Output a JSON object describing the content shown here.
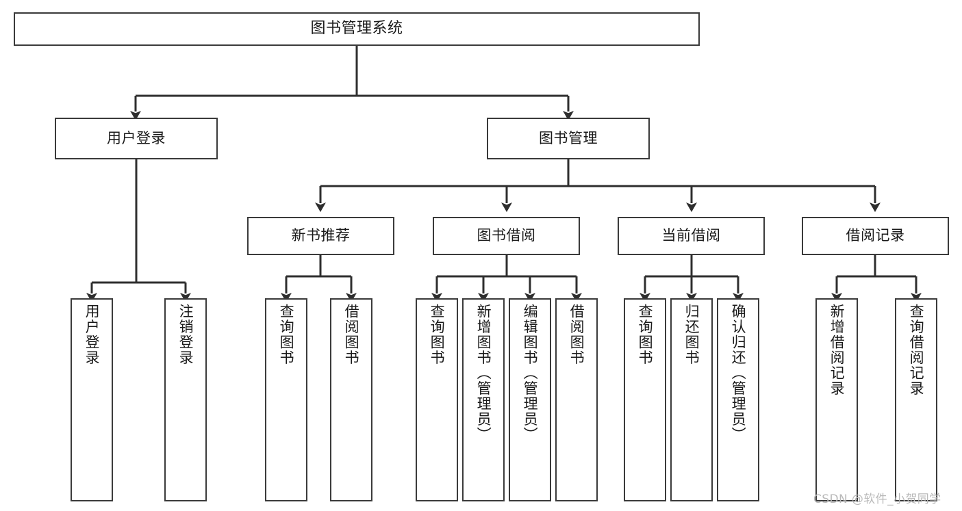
{
  "diagram": {
    "type": "tree-hierarchy",
    "title": "图书管理系统",
    "background_color": "#ffffff",
    "line_color": "#3a3a3a",
    "text_color": "#1a1a1a",
    "watermark": "CSDN @软件_小贺同学",
    "nodes": {
      "root": {
        "label": "图书管理系统",
        "level": 0
      },
      "l1": [
        {
          "label": "用户登录",
          "level": 1
        },
        {
          "label": "图书管理",
          "level": 1
        }
      ],
      "l2": [
        {
          "label": "新书推荐",
          "level": 2,
          "parent": "图书管理"
        },
        {
          "label": "图书借阅",
          "level": 2,
          "parent": "图书管理"
        },
        {
          "label": "当前借阅",
          "level": 2,
          "parent": "图书管理"
        },
        {
          "label": "借阅记录",
          "level": 2,
          "parent": "图书管理"
        }
      ],
      "leaves": [
        {
          "label": "用户登录",
          "parent": "用户登录",
          "group": 1
        },
        {
          "label": "注销登录",
          "parent": "用户登录",
          "group": 1
        },
        {
          "label": "查询图书",
          "parent": "新书推荐",
          "group": 2
        },
        {
          "label": "借阅图书",
          "parent": "新书推荐",
          "group": 2
        },
        {
          "label": "查询图书",
          "parent": "图书借阅",
          "group": 3
        },
        {
          "label": "新增图书（管理员）",
          "parent": "图书借阅",
          "group": 3
        },
        {
          "label": "编辑图书（管理员）",
          "parent": "图书借阅",
          "group": 3
        },
        {
          "label": "借阅图书",
          "parent": "图书借阅",
          "group": 3
        },
        {
          "label": "查询图书",
          "parent": "当前借阅",
          "group": 4
        },
        {
          "label": "归还图书",
          "parent": "当前借阅",
          "group": 4
        },
        {
          "label": "确认归还（管理员）",
          "parent": "当前借阅",
          "group": 4
        },
        {
          "label": "新增借阅记录",
          "parent": "借阅记录",
          "group": 5
        },
        {
          "label": "查询借阅记录",
          "parent": "借阅记录",
          "group": 5
        }
      ]
    }
  }
}
